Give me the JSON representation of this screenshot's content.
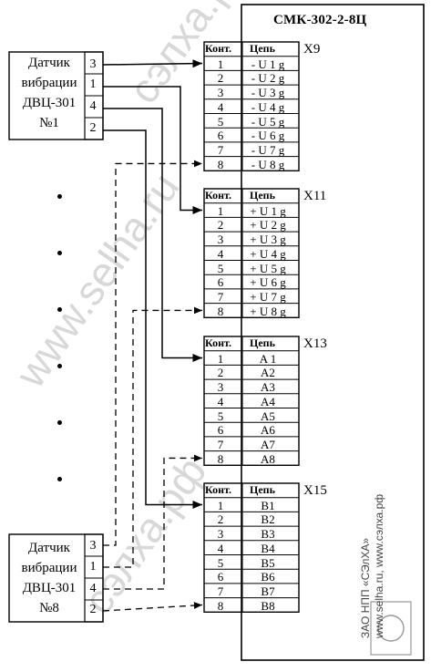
{
  "device": {
    "title": "СМК-302-2-8Ц"
  },
  "sensors": [
    {
      "label_lines": [
        "Датчик",
        "вибрации",
        "ДВЦ-301",
        "№1"
      ],
      "pins": [
        "3",
        "1",
        "4",
        "2"
      ]
    },
    {
      "label_lines": [
        "Датчик",
        "вибрации",
        "ДВЦ-301",
        "№8"
      ],
      "pins": [
        "3",
        "1",
        "4",
        "2"
      ]
    }
  ],
  "blocks": [
    {
      "name": "X9",
      "header": [
        "Конт.",
        "Цепь"
      ],
      "rows": [
        [
          "1",
          "- U 1 g"
        ],
        [
          "2",
          "- U 2 g"
        ],
        [
          "3",
          "- U 3 g"
        ],
        [
          "4",
          "- U 4 g"
        ],
        [
          "5",
          "- U 5 g"
        ],
        [
          "6",
          "- U 6 g"
        ],
        [
          "7",
          "- U 7 g"
        ],
        [
          "8",
          "- U 8 g"
        ]
      ]
    },
    {
      "name": "X11",
      "header": [
        "Конт.",
        "Цепь"
      ],
      "rows": [
        [
          "1",
          "+ U 1 g"
        ],
        [
          "2",
          "+ U 2 g"
        ],
        [
          "3",
          "+ U 3 g"
        ],
        [
          "4",
          "+ U 4 g"
        ],
        [
          "5",
          "+ U 5 g"
        ],
        [
          "6",
          "+ U 6 g"
        ],
        [
          "7",
          "+ U 7 g"
        ],
        [
          "8",
          "+ U 8 g"
        ]
      ]
    },
    {
      "name": "X13",
      "header": [
        "Конт.",
        "Цепь"
      ],
      "rows": [
        [
          "1",
          "A 1"
        ],
        [
          "2",
          "A2"
        ],
        [
          "3",
          "A3"
        ],
        [
          "4",
          "A4"
        ],
        [
          "5",
          "A5"
        ],
        [
          "6",
          "A6"
        ],
        [
          "7",
          "A7"
        ],
        [
          "8",
          "A8"
        ]
      ]
    },
    {
      "name": "X15",
      "header": [
        "Конт.",
        "Цепь"
      ],
      "rows": [
        [
          "1",
          "B1"
        ],
        [
          "2",
          "B2"
        ],
        [
          "3",
          "B3"
        ],
        [
          "4",
          "B4"
        ],
        [
          "5",
          "B5"
        ],
        [
          "6",
          "B6"
        ],
        [
          "7",
          "B7"
        ],
        [
          "8",
          "B8"
        ]
      ]
    }
  ],
  "footer": {
    "company": "ЗАО НПП «СЭлХА»",
    "site": "www.selha.ru, www.сэлха.рф"
  },
  "watermarks": [
    "www.selha.ru",
    "сэлха.рф"
  ]
}
